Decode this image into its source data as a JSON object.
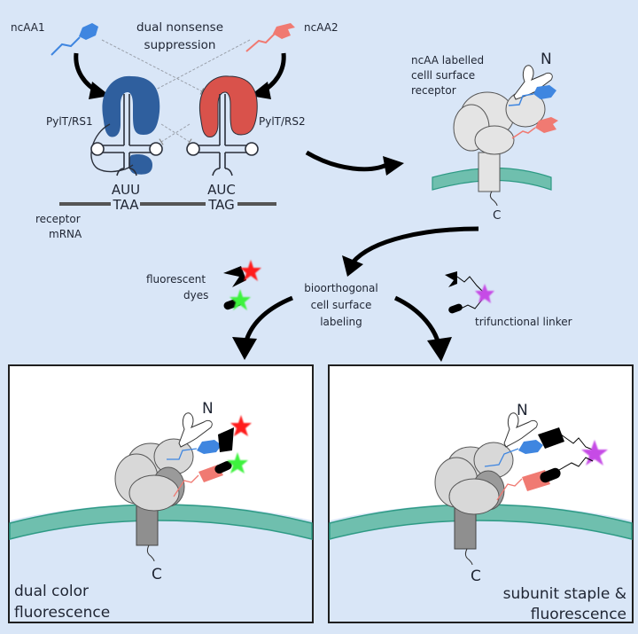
{
  "colors": {
    "background": "#d9e6f7",
    "panel_white": "#ffffff",
    "cytoplasm": "#d9e6f7",
    "membrane": "#6fbfae",
    "membrane_edge": "#2e9a85",
    "rs1_blue": "#2f5f9e",
    "rs2_red": "#d9524b",
    "ncaa1_blue": "#3f86e0",
    "ncaa2_salmon": "#f07a72",
    "receptor_gray": "#dedede",
    "receptor_dark": "#9a9a9a",
    "dye_red": "#ff1a1a",
    "dye_green": "#3ef23e",
    "linker_purple": "#c64be6",
    "arrow": "#000000",
    "mrna": "#555555"
  },
  "top_left": {
    "ncaa1_label": "ncAA1",
    "ncaa2_label": "ncAA2",
    "title_line1": "dual nonsense",
    "title_line2": "suppression",
    "rs1_label": "PylT/RS1",
    "rs2_label": "PylT/RS2",
    "anticodon1": "AUU",
    "codon1": "TAA",
    "anticodon2": "AUC",
    "codon2": "TAG",
    "mrna_line1": "receptor",
    "mrna_line2": "mRNA"
  },
  "top_right": {
    "receptor_line1": "ncAA labelled",
    "receptor_line2": "celll surface",
    "receptor_line3": "receptor",
    "n_term": "N",
    "c_term": "C"
  },
  "middle": {
    "dyes_line1": "fluorescent",
    "dyes_line2": "dyes",
    "labeling_line1": "bioorthogonal",
    "labeling_line2": "cell surface",
    "labeling_line3": "labeling",
    "linker_label": "trifunctional linker"
  },
  "panels": [
    {
      "title_line1": "dual color",
      "title_line2": "fluorescence",
      "n_term": "N",
      "c_term": "C"
    },
    {
      "title_line1": "subunit staple &",
      "title_line2": "fluorescence",
      "n_term": "N",
      "c_term": "C"
    }
  ]
}
